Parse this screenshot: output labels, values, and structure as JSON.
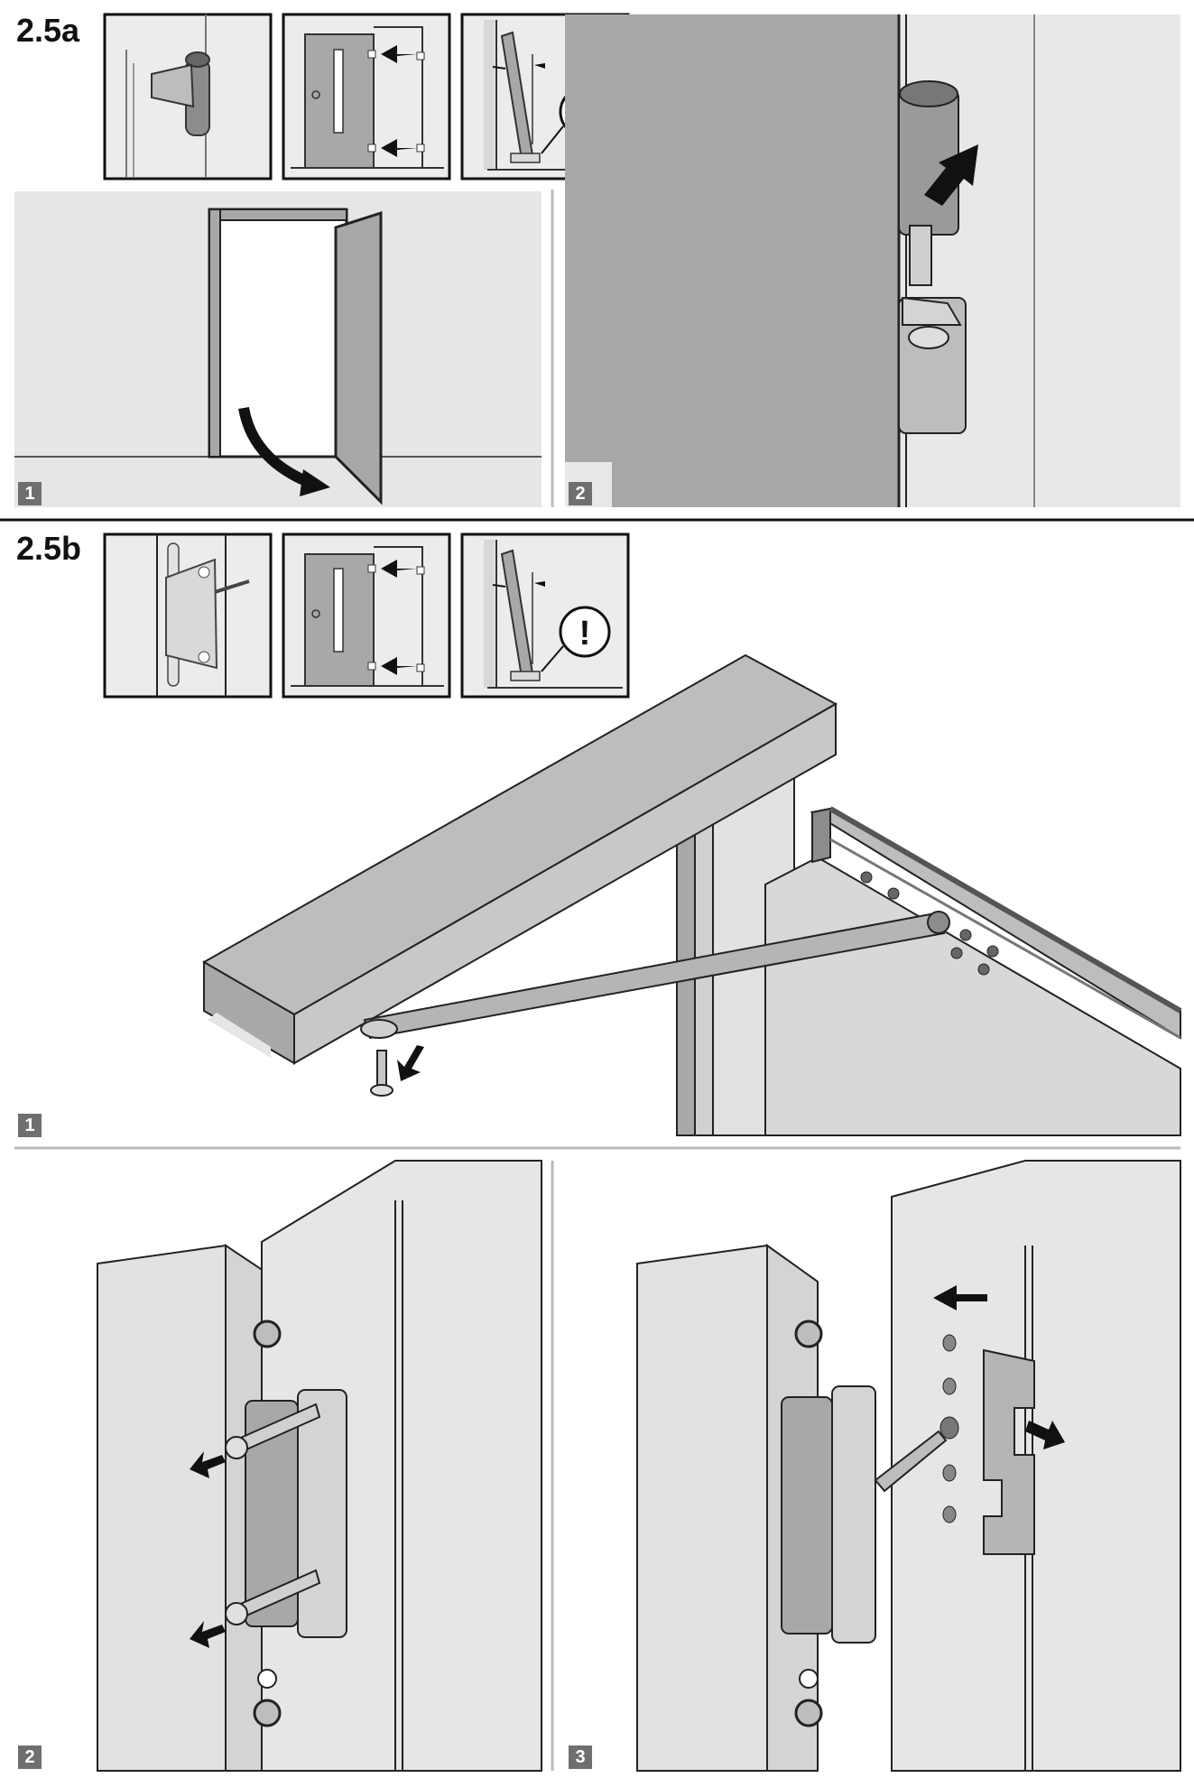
{
  "section_a": {
    "title": "2.5a",
    "steps": [
      "1",
      "2"
    ]
  },
  "section_b": {
    "title": "2.5b",
    "steps": [
      "1",
      "2",
      "3"
    ]
  },
  "warning_symbol": "!",
  "icons": {
    "arrow": "arrow-icon",
    "warning": "exclamation-warning-icon",
    "hinge": "hinge-icon",
    "screw": "screw-icon"
  },
  "colors": {
    "panel_bg": "#e6e6e6",
    "door_gray": "#a6a6a6",
    "dark_gray": "#6f6f6f",
    "line": "#222222",
    "step_badge": "#6f6f6f"
  }
}
